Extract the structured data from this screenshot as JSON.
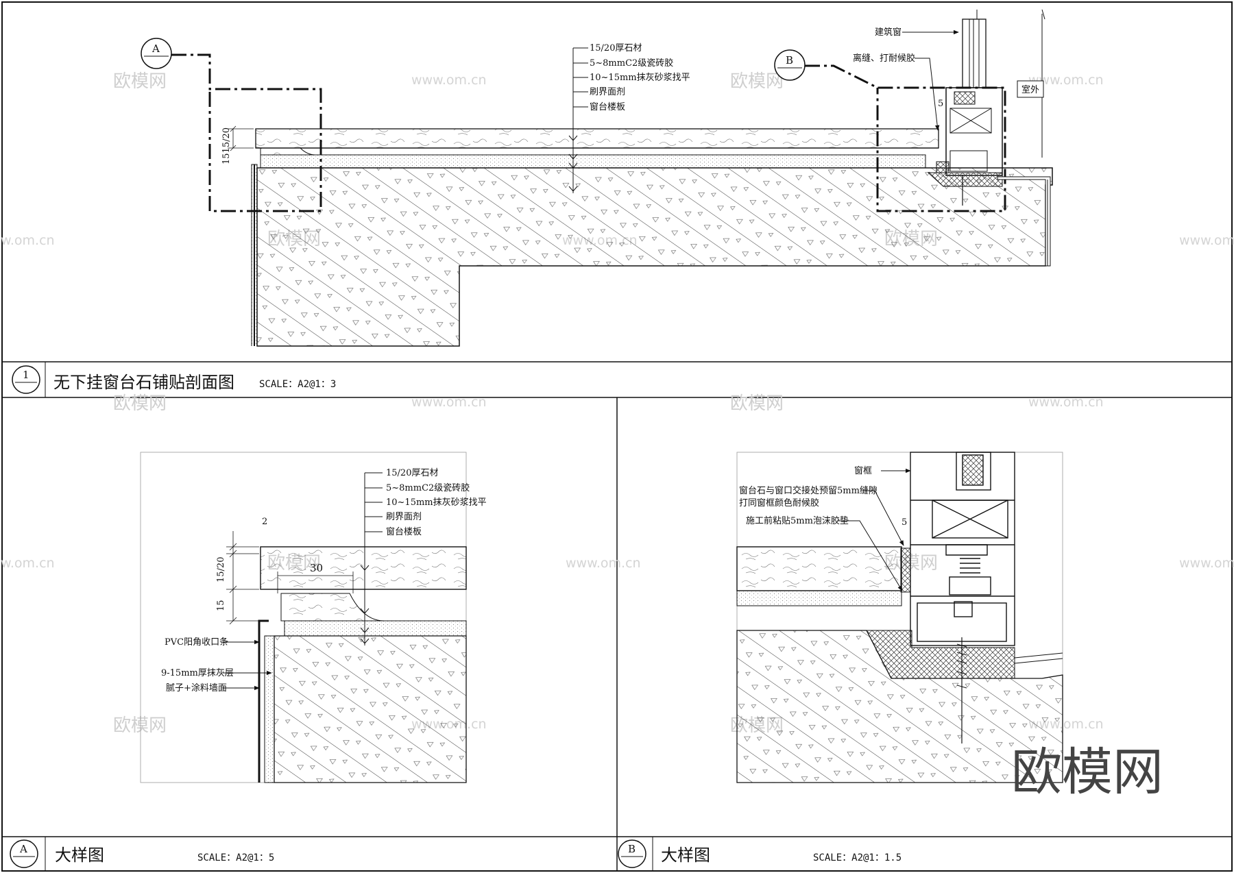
{
  "colors": {
    "line": "#111111",
    "watermark": "#cfcfcf",
    "logo": "#444444"
  },
  "watermarks": {
    "brand": "欧模网",
    "site": "www.om.cn"
  },
  "logo": "欧模网",
  "section1": {
    "index": "1",
    "title": "无下挂窗台石铺贴剖面图",
    "scale": "SCALE：A2@1：3",
    "callout_a": "A",
    "callout_b": "B",
    "dim": "1515/20",
    "layers": [
      "15/20厚石材",
      "5~8mmC2级瓷砖胶",
      "10~15mm抹灰砂浆找平",
      "刷界面剂",
      "窗台楼板"
    ],
    "notes": {
      "window": "建筑窗",
      "sealant": "离缝、打耐候胶",
      "outdoor": "室外",
      "gap": "5"
    }
  },
  "detailA": {
    "index": "A",
    "title": "大样图",
    "scale": "SCALE：A2@1：5",
    "layers": [
      "15/20厚石材",
      "5~8mmC2级瓷砖胶",
      "10~15mm抹灰砂浆找平",
      "刷界面剂",
      "窗台楼板"
    ],
    "dims": {
      "top": "2",
      "stone": "15/20",
      "lower": "15",
      "width": "30"
    },
    "side_notes": [
      "PVC阳角收口条",
      "9-15mm厚抹灰层",
      "腻子+涂料墙面"
    ]
  },
  "detailB": {
    "index": "B",
    "title": "大样图",
    "scale": "SCALE：A2@1：1.5",
    "notes": [
      "窗框",
      "窗台石与窗口交接处预留5mm缝隙",
      "打同窗框颜色耐候胶",
      "施工前粘贴5mm泡沫胶垫"
    ],
    "gap": "5"
  }
}
